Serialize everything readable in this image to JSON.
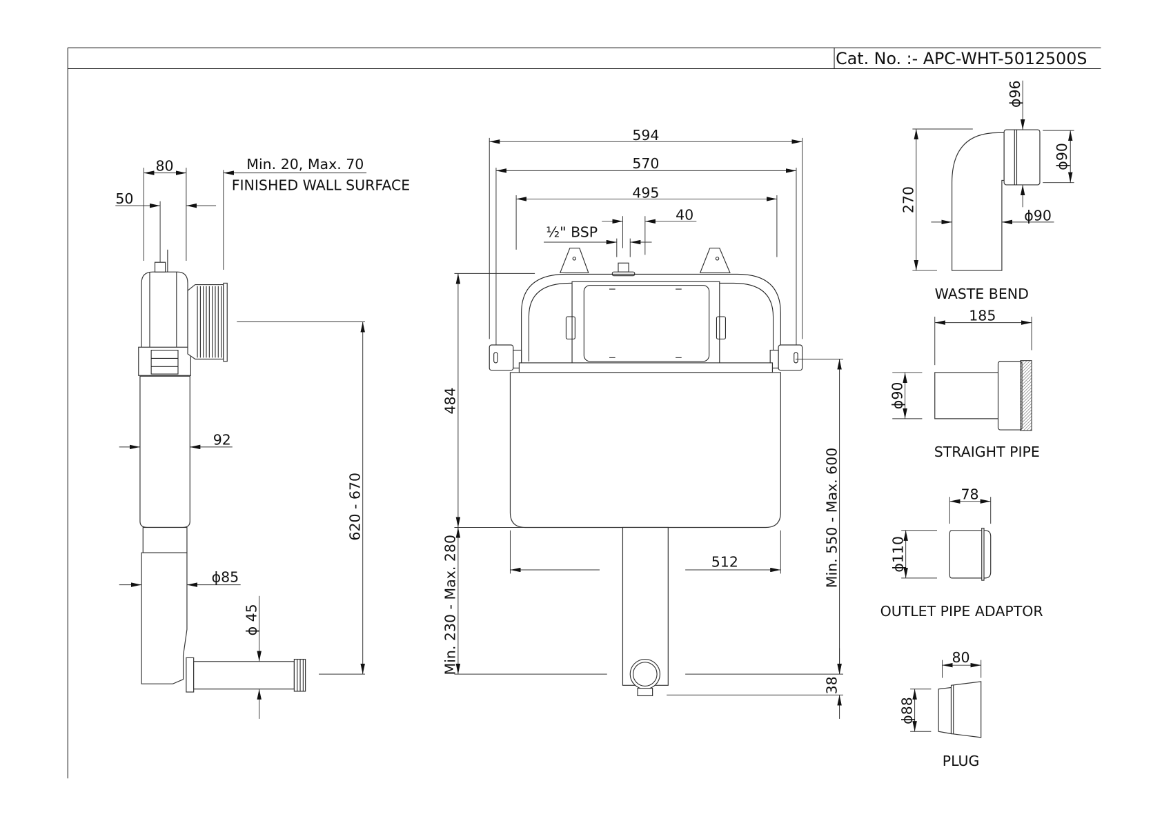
{
  "header": {
    "catalog_number": "Cat. No. :- APC-WHT-5012500S"
  },
  "side_view": {
    "dim_80": "80",
    "dim_50": "50",
    "dim_min_max": "Min. 20, Max. 70",
    "finished_wall": "FINISHED WALL SURFACE",
    "dim_92": "92",
    "dim_85": "ϕ85",
    "dim_45": "ϕ 45",
    "dim_height": "620 - 670"
  },
  "front_view": {
    "dim_594": "594",
    "dim_570": "570",
    "dim_495": "495",
    "dim_40": "40",
    "dim_bsp": "½\" BSP",
    "dim_484": "484",
    "dim_min230": "Min. 230 - Max. 280",
    "dim_512": "512",
    "dim_min550": "Min. 550 - Max. 600",
    "dim_38": "38"
  },
  "parts": {
    "waste_bend": {
      "label": "WASTE BEND",
      "dim_96": "ϕ96",
      "dim_90_outer": "ϕ90",
      "dim_90_pipe": "ϕ90",
      "dim_270": "270"
    },
    "straight_pipe": {
      "label": "STRAIGHT PIPE",
      "dim_185": "185",
      "dim_90": "ϕ90"
    },
    "outlet_adaptor": {
      "label": "OUTLET PIPE ADAPTOR",
      "dim_78": "78",
      "dim_110": "ϕ110"
    },
    "plug": {
      "label": "PLUG",
      "dim_80": "80",
      "dim_88": "ϕ88"
    }
  }
}
